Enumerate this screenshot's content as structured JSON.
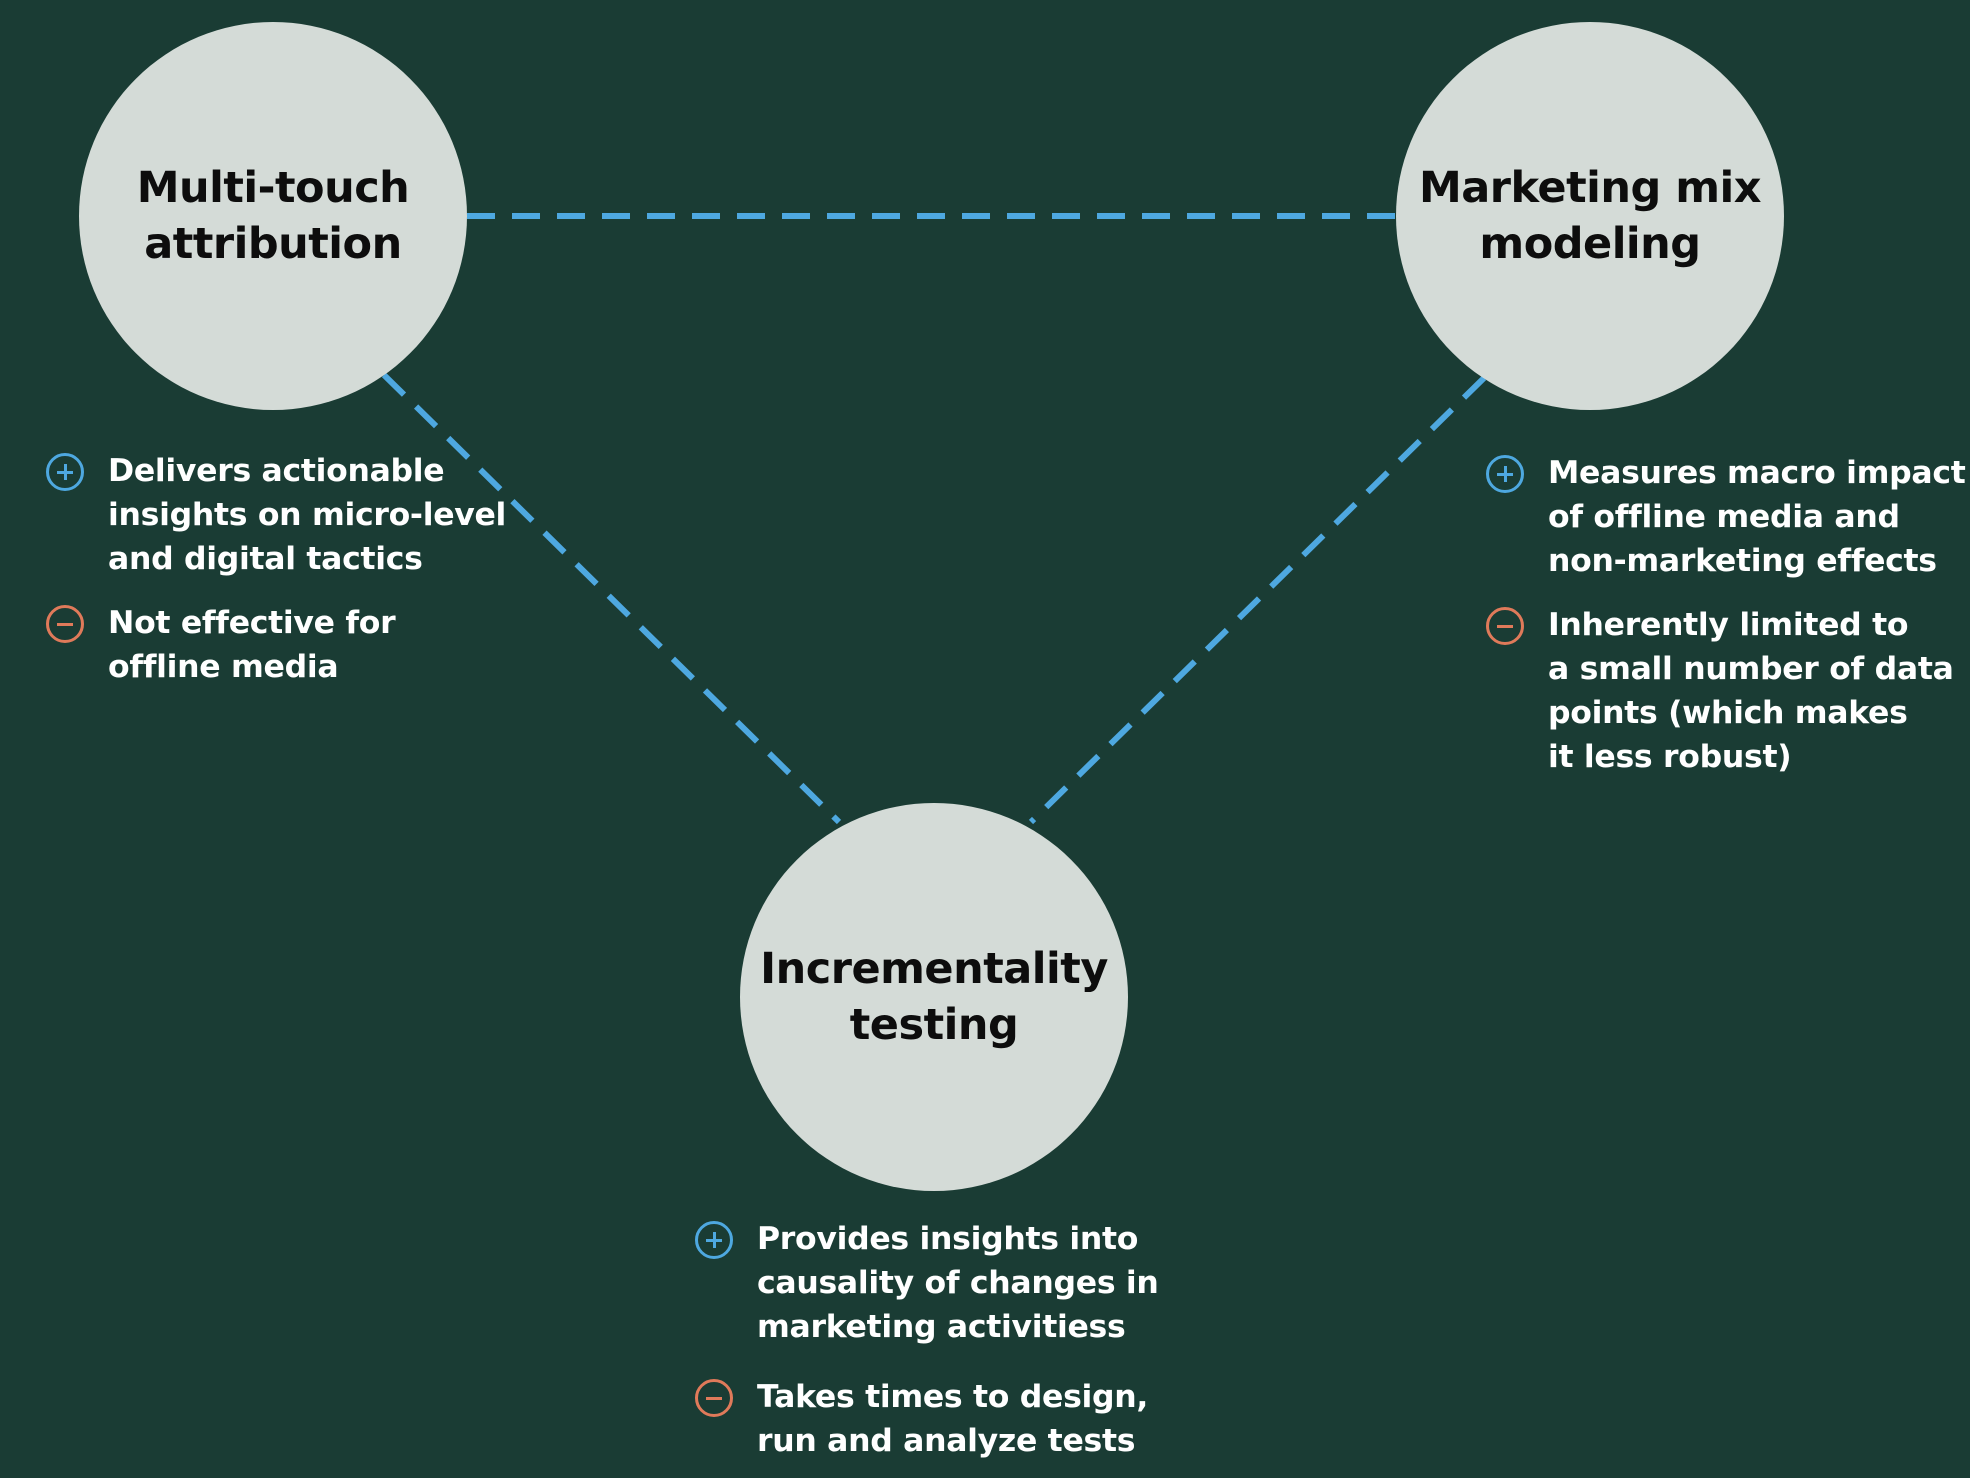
{
  "colors": {
    "background": "#1a3c34",
    "node_fill": "#d4dbd7",
    "connector": "#4ea8e0",
    "pro_icon": "#4ea8e0",
    "con_icon": "#e07a5a"
  },
  "nodes": {
    "mta": {
      "title": "Multi-touch\nattribution",
      "pros": [
        "Delivers actionable\ninsights on micro-level\nand digital tactics"
      ],
      "cons": [
        "Not effective for\noffline media"
      ]
    },
    "mmm": {
      "title": "Marketing mix\nmodeling",
      "pros": [
        "Measures macro impact\nof offline media and\nnon-marketing effects"
      ],
      "cons": [
        "Inherently limited to\na small number of data\npoints (which makes\nit less robust)"
      ]
    },
    "inc": {
      "title": "Incrementality\ntesting",
      "pros": [
        "Provides insights into\ncausality of changes in\nmarketing activitiess"
      ],
      "cons": [
        "Takes times to design,\nrun and analyze tests"
      ]
    }
  },
  "icons": {
    "pro": "plus-circle-icon",
    "con": "minus-circle-icon"
  }
}
